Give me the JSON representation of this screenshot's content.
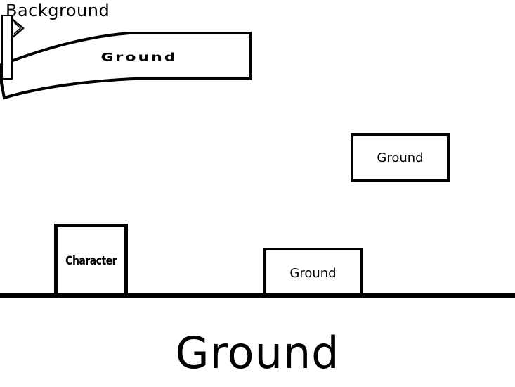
{
  "scene": {
    "background_label": "Background",
    "curved_ground_label": "Ground",
    "platform_upper_label": "Ground",
    "platform_lower_label": "Ground",
    "character_label": "Character",
    "ground_label": "Ground"
  },
  "colors": {
    "stroke": "#000000",
    "background": "#ffffff"
  }
}
